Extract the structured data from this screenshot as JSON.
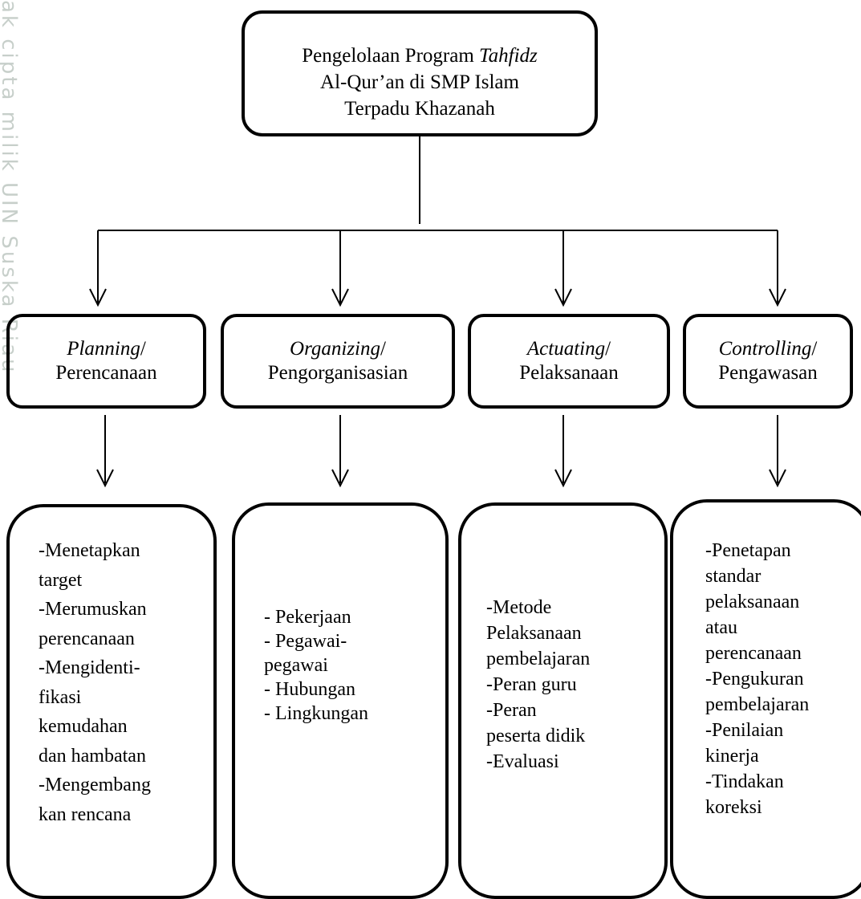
{
  "watermark": {
    "left_text": "ak cipta milik UIN Suska Riau"
  },
  "diagram": {
    "root": {
      "lines": [
        {
          "prefix": "Pengelolaan Program ",
          "emphasis": "Tahfidz"
        },
        {
          "text": "Al-Qur’an di SMP Islam"
        },
        {
          "text": "Terpadu Khazanah"
        }
      ]
    },
    "phases": [
      {
        "title": "Planning",
        "suffix": "/",
        "subtitle": "Perencanaan",
        "items": [
          "-Menetapkan",
          "target",
          "-Merumuskan",
          "perencanaan",
          "-Mengidenti-",
          "fikasi",
          "kemudahan",
          "dan hambatan",
          "-Mengembang",
          "kan rencana"
        ]
      },
      {
        "title": "Organizing",
        "suffix": "/",
        "subtitle": "Pengorganisasian",
        "items": [
          "- Pekerjaan",
          "- Pegawai-",
          "pegawai",
          "- Hubungan",
          "- Lingkungan"
        ]
      },
      {
        "title": "Actuating",
        "suffix": "/",
        "subtitle": "Pelaksanaan",
        "items": [
          "-Metode",
          "Pelaksanaan",
          "pembelajaran",
          "-Peran guru",
          "-Peran",
          "peserta didik",
          "-Evaluasi"
        ]
      },
      {
        "title": "Controlling",
        "suffix": "/",
        "subtitle": "Pengawasan",
        "items": [
          "-Penetapan",
          "standar",
          "pelaksanaan",
          "atau",
          "perencanaan",
          "-Pengukuran",
          "pembelajaran",
          "-Penilaian",
          "kinerja",
          "-Tindakan",
          "koreksi"
        ]
      }
    ]
  }
}
